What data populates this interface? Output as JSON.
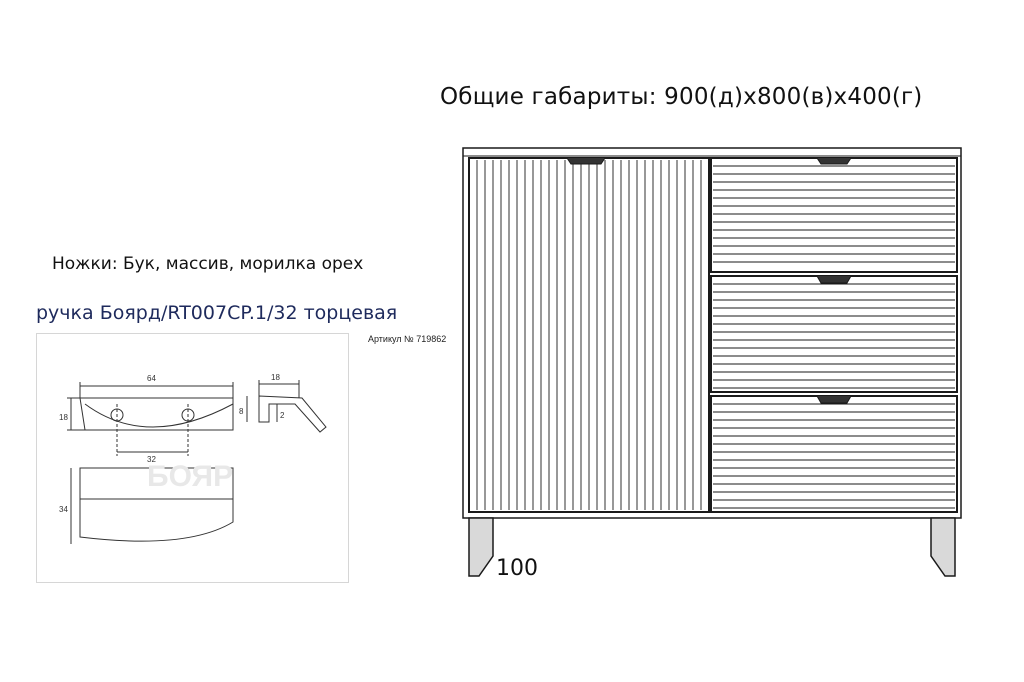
{
  "header": {
    "title": "Общие габариты: 900(д)х800(в)х400(г)"
  },
  "specs": {
    "legs": "Ножки: Бук, массив, морилка орех",
    "handle": "ручка Боярд/RT007CP.1/32 торцевая"
  },
  "handle_drawing": {
    "article": "Артикул № 719862",
    "dims": {
      "width": "64",
      "height": "18",
      "hole_spacing": "32",
      "front_height": "34",
      "profile_width": "18",
      "profile_height": "8",
      "lip": "2"
    },
    "watermark": "БОЯР"
  },
  "cabinet": {
    "legs_height": "100"
  },
  "colors": {
    "line": "#1a1a1a",
    "leg_fill": "#d9d9d9",
    "title_blue": "#1e2a5c"
  }
}
